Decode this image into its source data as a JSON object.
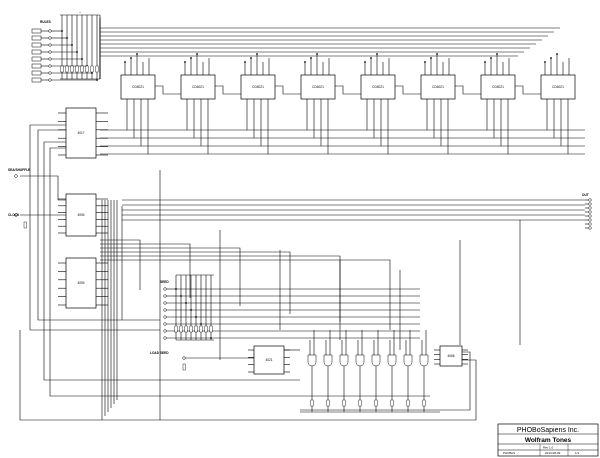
{
  "title_block": {
    "company": "PHOBoSapiens Inc.",
    "title": "Wolfram Tones",
    "file": "PHOBoS",
    "rev": "Rev 1.0",
    "date": "2013-08-09",
    "sheet": "1/1"
  },
  "net_labels": {
    "rules": "RULES",
    "shuffle": "SEA/SHUFFLE",
    "clock": "CLOCK",
    "seed": "SEED",
    "load_seed": "LOAD SEED",
    "out": "OUT"
  },
  "shift_registers": [
    {
      "part": "CD4021"
    },
    {
      "part": "CD4021"
    },
    {
      "part": "CD4021"
    },
    {
      "part": "CD4021"
    },
    {
      "part": "CD4021"
    },
    {
      "part": "CD4021"
    },
    {
      "part": "CD4021"
    },
    {
      "part": "CD4021"
    }
  ],
  "left_chips": [
    {
      "part": "4017"
    },
    {
      "part": "4094"
    },
    {
      "part": "4094"
    }
  ],
  "bottom_chips": [
    {
      "part": "4021"
    },
    {
      "part": "4066"
    }
  ],
  "colors": {
    "line": "#000000",
    "background": "#ffffff"
  }
}
